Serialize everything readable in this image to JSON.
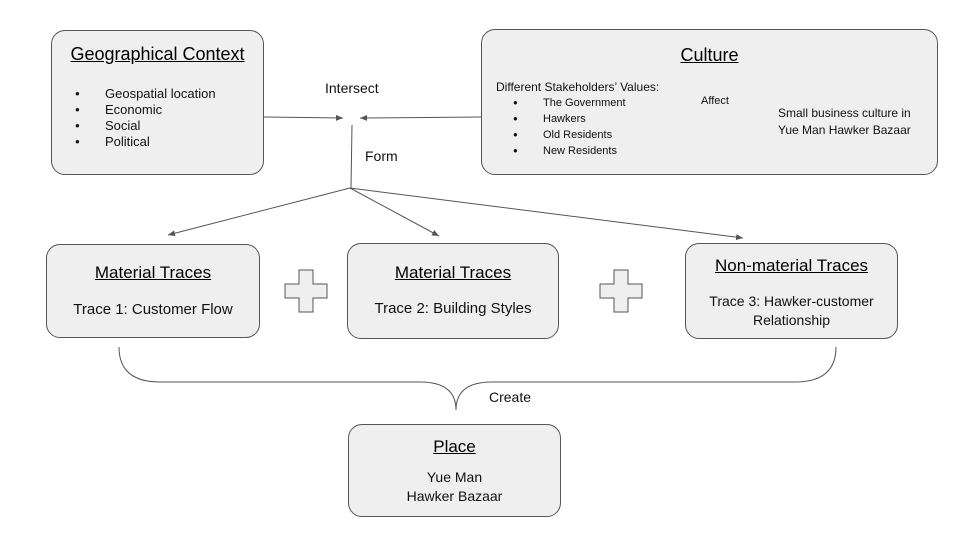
{
  "geo": {
    "title": "Geographical Context",
    "items": [
      "Geospatial location",
      "Economic",
      "Social",
      "Political"
    ]
  },
  "culture": {
    "title": "Culture",
    "stakeholders_heading": "Different Stakeholders’ Values:",
    "items": [
      "The Government",
      "Hawkers",
      "Old Residents",
      "New Residents"
    ],
    "affect_label": "Affect",
    "result_line1": "Small business culture in",
    "result_line2": "Yue Man Hawker Bazaar"
  },
  "connectors": {
    "intersect": "Intersect",
    "form": "Form",
    "create": "Create"
  },
  "traces": [
    {
      "title": "Material Traces",
      "line1": "Trace 1: Customer Flow",
      "line2": ""
    },
    {
      "title": "Material Traces",
      "line1": "Trace 2: Building Styles",
      "line2": ""
    },
    {
      "title": "Non-material Traces",
      "line1": "Trace 3: Hawker-customer",
      "line2": "Relationship"
    }
  ],
  "place": {
    "title": "Place",
    "line1": "Yue Man",
    "line2": "Hawker Bazaar"
  }
}
